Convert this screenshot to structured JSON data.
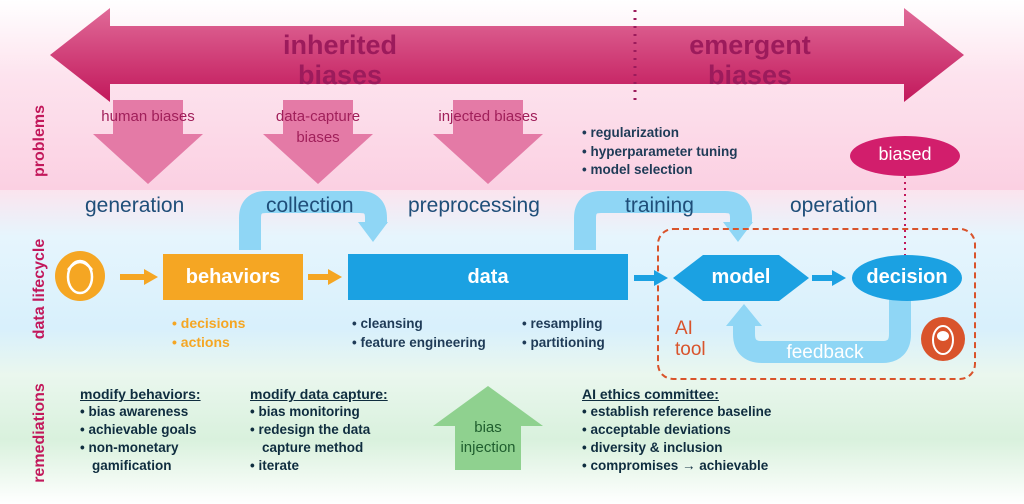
{
  "rows": {
    "problems": "problems",
    "lifecycle": "data lifecycle",
    "remediations": "remediations"
  },
  "banner": {
    "inherited": "inherited biases",
    "emergent": "emergent biases"
  },
  "sources": [
    {
      "label": "human biases"
    },
    {
      "label": "data-capture biases"
    },
    {
      "label": "injected biases"
    }
  ],
  "training_options": [
    "regularization",
    "hyperparameter tuning",
    "model selection"
  ],
  "biased": "biased",
  "stages": [
    "generation",
    "collection",
    "preprocessing",
    "training",
    "operation"
  ],
  "nodes": {
    "behaviors": "behaviors",
    "data": "data",
    "model": "model",
    "decision": "decision",
    "ai_tool": "AI tool",
    "feedback": "feedback"
  },
  "behaviors_list": [
    "decisions",
    "actions"
  ],
  "data_list_left": [
    "cleansing",
    "feature engineering"
  ],
  "data_list_right": [
    "resampling",
    "partitioning"
  ],
  "remediations": {
    "behaviors": {
      "title": "modify behaviors:",
      "items": [
        "bias awareness",
        "achievable goals",
        "non-monetary gamification"
      ]
    },
    "capture": {
      "title": "modify data capture:",
      "items": [
        "bias monitoring",
        "redesign the data capture method",
        "iterate"
      ]
    },
    "injection": "bias injection",
    "committee": {
      "title": "AI ethics committee:",
      "items": [
        "establish reference baseline",
        "acceptable deviations",
        "diversity & inclusion",
        "compromises → achievable"
      ]
    }
  },
  "colors": {
    "magenta": "#c2185b",
    "blue": "#1ba1e2",
    "light_blue": "#8fd6f5",
    "orange": "#f5a623",
    "green": "#8fd18f",
    "red_dash": "#d9532b"
  }
}
